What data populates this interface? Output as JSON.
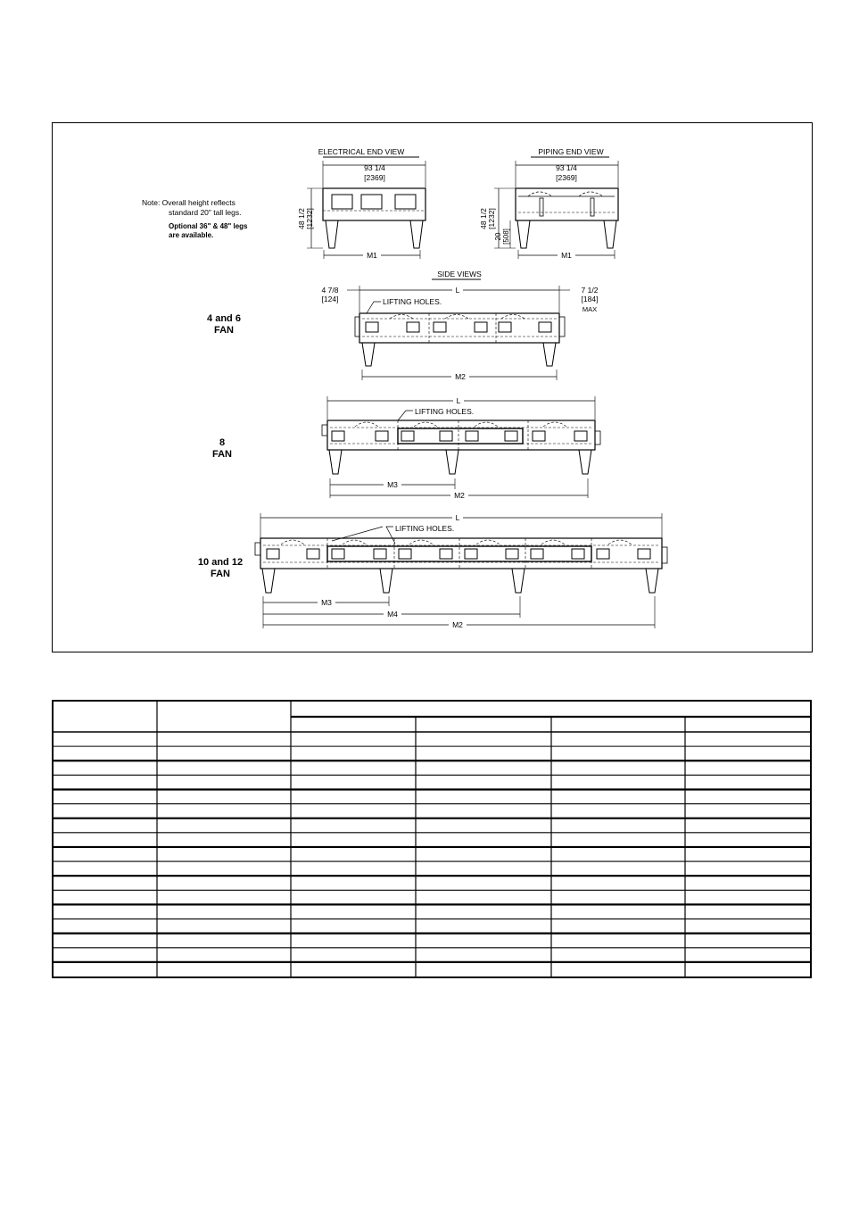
{
  "drawing": {
    "electrical_end_view": {
      "title": "ELECTRICAL END VIEW",
      "width": "93 1/4",
      "width_mm": "[2369]",
      "height": "48 1/2",
      "height_mm": "[1232]",
      "m1": "M1"
    },
    "piping_end_view": {
      "title": "PIPING END VIEW",
      "width": "93 1/4",
      "width_mm": "[2369]",
      "height": "48 1/2",
      "height_mm": "[1232]",
      "leg": "20",
      "leg_mm": "[508]",
      "m1": "M1"
    },
    "note": {
      "line1": "Note: Overall height reflects",
      "line2": "standard 20\" tall legs.",
      "line3": "Optional 36\" & 48\" legs",
      "line4": "are available."
    },
    "side_views_title": "SIDE VIEWS",
    "view_4_6": {
      "label1": "4 and 6",
      "label2": "FAN",
      "left_offset": "4 7/8",
      "left_offset_mm": "[124]",
      "right_offset": "7 1/2",
      "right_offset_mm": "[184]",
      "right_note": "MAX",
      "length": "L",
      "lifting": "LIFTING HOLES.",
      "m2": "M2"
    },
    "view_8": {
      "label1": "8",
      "label2": "FAN",
      "length": "L",
      "lifting": "LIFTING HOLES.",
      "m3": "M3",
      "m2": "M2"
    },
    "view_10_12": {
      "label1": "10 and 12",
      "label2": "FAN",
      "length": "L",
      "lifting": "LIFTING HOLES.",
      "m3": "M3",
      "m4": "M4",
      "m2": "M2"
    }
  },
  "table": {
    "body_rows": 17
  }
}
